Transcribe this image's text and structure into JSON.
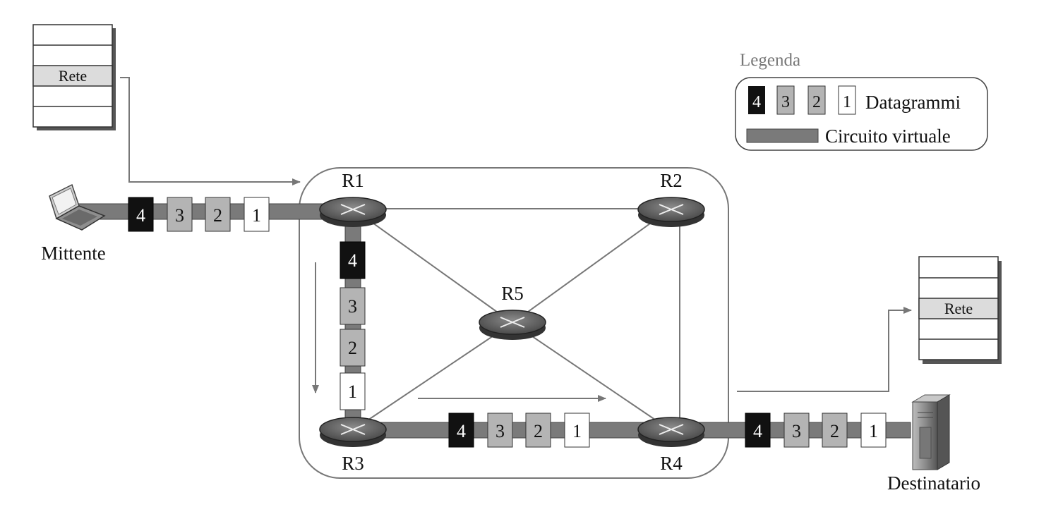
{
  "source_stack": {
    "row_label": "Rete"
  },
  "dest_stack": {
    "row_label": "Rete"
  },
  "hosts": {
    "sender": "Mittente",
    "receiver": "Destinatario"
  },
  "routers": {
    "r1": "R1",
    "r2": "R2",
    "r3": "R3",
    "r4": "R4",
    "r5": "R5"
  },
  "packets": [
    "4",
    "3",
    "2",
    "1"
  ],
  "legend": {
    "title": "Legenda",
    "datagrams_label": "Datagrammi",
    "virtual_circuit_label": "Circuito virtuale"
  },
  "colors": {
    "black_packet": "#111111",
    "gray_packet": "#b4b4b4",
    "white_packet": "#ffffff",
    "circuit": "#7a7a7a",
    "router": "#555555"
  }
}
